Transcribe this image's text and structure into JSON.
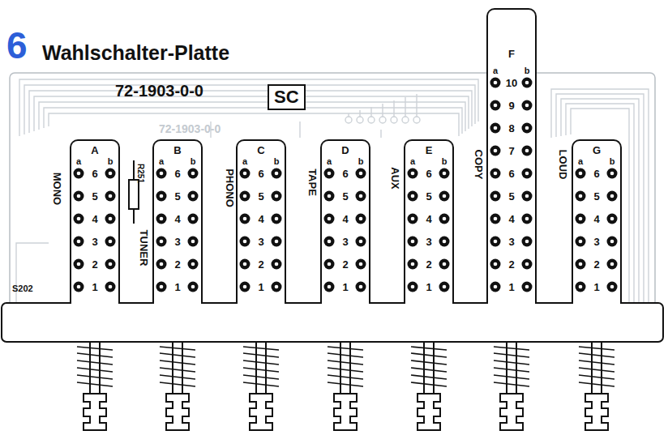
{
  "diagram": {
    "title": "Wahlschalter-Platte",
    "nodes": [
      {
        "text": [
          "SC"
        ]
      },
      {
        "text": [
          "A",
          "a",
          "b",
          "6",
          "5",
          "4",
          "3",
          "2",
          "1"
        ]
      },
      {
        "text": [
          "B",
          "a",
          "b",
          "6",
          "5",
          "4",
          "3",
          "2",
          "1"
        ]
      },
      {
        "text": [
          "C",
          "a",
          "b",
          "6",
          "5",
          "4",
          "3",
          "2",
          "1"
        ]
      },
      {
        "text": [
          "D",
          "a",
          "b",
          "6",
          "5",
          "4",
          "3",
          "2",
          "1"
        ]
      },
      {
        "text": [
          "E",
          "a",
          "b",
          "6",
          "5",
          "4",
          "3",
          "2",
          "1"
        ]
      },
      {
        "text": [
          "F",
          "a",
          "b",
          "10",
          "9",
          "8",
          "7",
          "6",
          "5",
          "4",
          "3",
          "2",
          "1"
        ]
      },
      {
        "text": [
          "G",
          "a",
          "b",
          "6",
          "5",
          "4",
          "3",
          "2",
          "1"
        ]
      }
    ],
    "labels": [
      "6",
      "72-1903-0-0",
      "R251",
      "MONO",
      "TUNER",
      "PHONO",
      "TAPE",
      "AUX",
      "COPY",
      "LOUD",
      "S202",
      "72-1903-0-0"
    ]
  }
}
